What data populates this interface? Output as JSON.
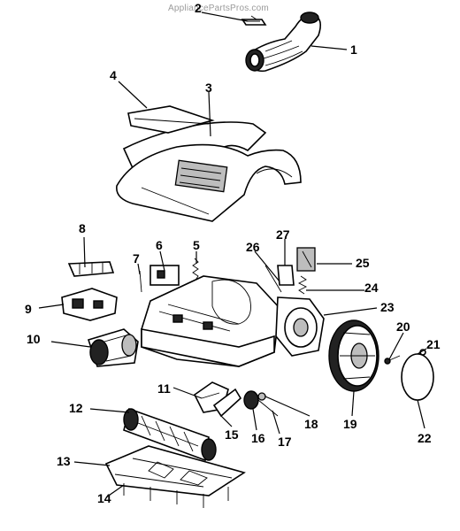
{
  "watermark": "AppliancePartsPros.com",
  "labels": {
    "p1": "1",
    "p2": "2",
    "p3": "3",
    "p4": "4",
    "p5": "5",
    "p6": "6",
    "p7": "7",
    "p8": "8",
    "p9": "9",
    "p10": "10",
    "p11": "11",
    "p12": "12",
    "p13": "13",
    "p14": "14",
    "p15": "15",
    "p16": "16",
    "p17": "17",
    "p18": "18",
    "p19": "19",
    "p20": "20",
    "p21": "21",
    "p22": "22",
    "p23": "23",
    "p24": "24",
    "p25": "25",
    "p26": "26",
    "p27": "27"
  }
}
